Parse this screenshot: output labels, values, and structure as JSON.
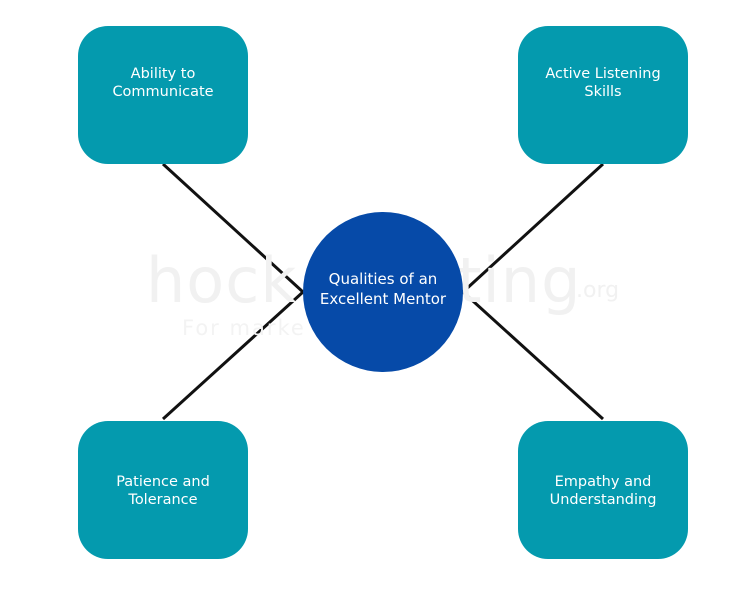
{
  "theme": {
    "node_color": "#049aae",
    "center_color": "#064aa8",
    "connector_color": "#111111",
    "background_color": "#ffffff"
  },
  "watermark": {
    "main_text": "hock  arketing",
    "suffix": ".org",
    "tagline": "For marke  ameters"
  },
  "center": {
    "label": "Qualities of an Excellent Mentor"
  },
  "nodes": {
    "top_left": "Ability to Communicate",
    "top_right": "Active Listening Skills",
    "bottom_left": "Patience and Tolerance",
    "bottom_right": "Empathy and Understanding"
  }
}
